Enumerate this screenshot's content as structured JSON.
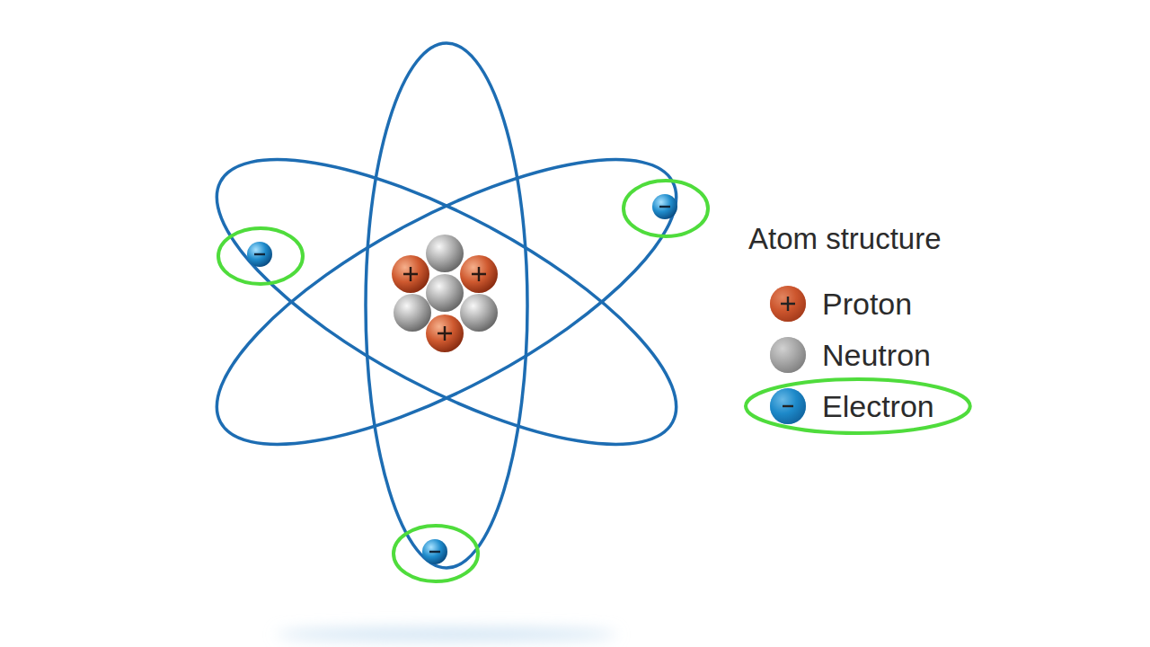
{
  "diagram": {
    "title": "Atom structure",
    "legend": [
      {
        "text": "Proton",
        "color": "#c9502a"
      },
      {
        "text": "Neutron",
        "color": "#a3a3a3"
      },
      {
        "text": "Electron",
        "color": "#1b86c6"
      }
    ]
  }
}
